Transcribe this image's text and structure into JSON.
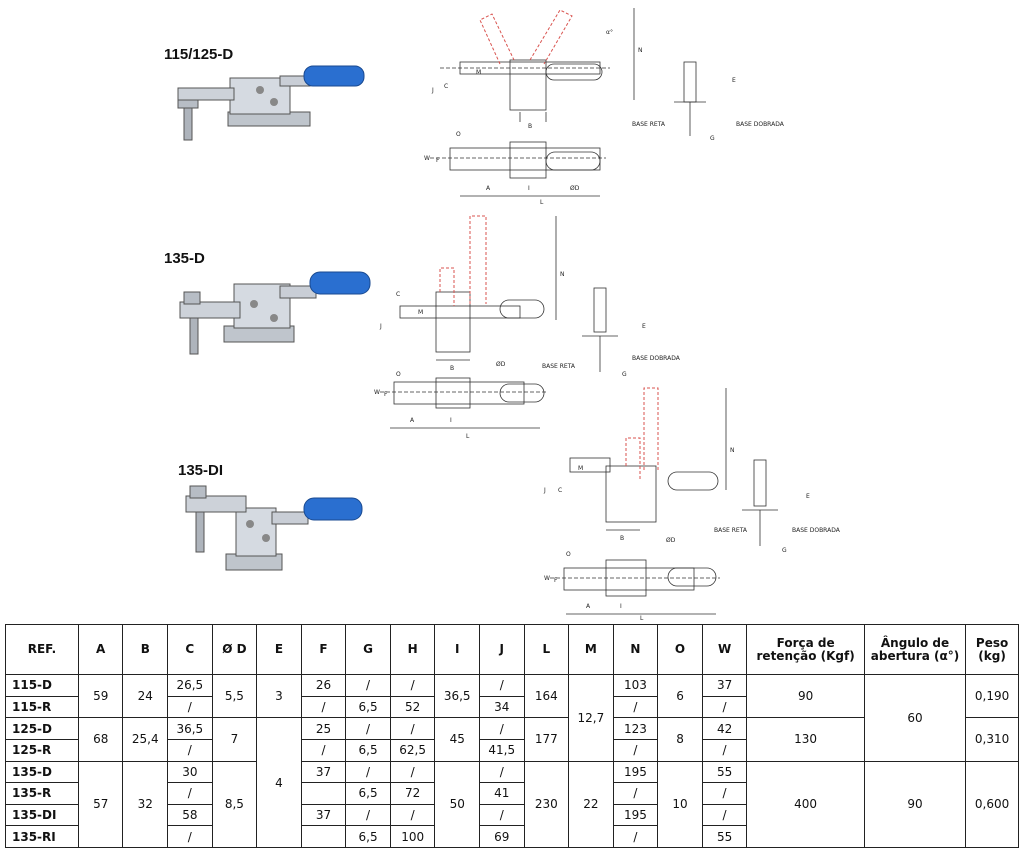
{
  "models": [
    "115/125-D",
    "135-D",
    "135-DI"
  ],
  "drawing_labels": {
    "top": [
      "α°",
      "N",
      "M",
      "J",
      "C",
      "B",
      "E",
      "G",
      "O",
      "W",
      "F",
      "A",
      "I",
      "L",
      "ØD",
      "BASE RETA",
      "BASE DOBRADA"
    ],
    "mid": [
      "N",
      "C",
      "M",
      "J",
      "B",
      "ØD",
      "E",
      "G",
      "O",
      "W",
      "F",
      "A",
      "I",
      "L",
      "BASE RETA",
      "BASE DOBRADA"
    ],
    "bot": [
      "N",
      "M",
      "J",
      "C",
      "B",
      "ØD",
      "E",
      "G",
      "O",
      "W",
      "F",
      "A",
      "I",
      "L",
      "BASE RETA",
      "BASE DOBRADA"
    ]
  },
  "table": {
    "headers": [
      "REF.",
      "A",
      "B",
      "C",
      "Ø D",
      "E",
      "F",
      "G",
      "H",
      "I",
      "J",
      "L",
      "M",
      "N",
      "O",
      "W",
      "Força de retenção (Kgf)",
      "Ângulo de abertura (α°)",
      "Peso (kg)"
    ],
    "rows": [
      [
        "115-D",
        "59",
        "24",
        "26,5",
        "5,5",
        "3",
        "26",
        "/",
        "/",
        "36,5",
        "/",
        "164",
        "12,7",
        "103",
        "6",
        "37",
        "90",
        "60",
        "0,190"
      ],
      [
        "115-R",
        "/",
        "6,5",
        "52",
        "34",
        "/",
        "/"
      ],
      [
        "125-D",
        "68",
        "25,4",
        "36,5",
        "7",
        "4",
        "25",
        "/",
        "/",
        "45",
        "/",
        "177",
        "123",
        "8",
        "42",
        "130",
        "0,310"
      ],
      [
        "125-R",
        "/",
        "/",
        "6,5",
        "62,5",
        "41,5",
        "/",
        "/"
      ],
      [
        "135-D",
        "57",
        "32",
        "30",
        "8,5",
        "37",
        "/",
        "/",
        "50",
        "/",
        "230",
        "22",
        "195",
        "10",
        "55",
        "400",
        "90",
        "0,600"
      ],
      [
        "135-R",
        "/",
        "",
        "6,5",
        "72",
        "41",
        "/",
        "/"
      ],
      [
        "135-DI",
        "58",
        "37",
        "/",
        "/",
        "/",
        "195",
        "/"
      ],
      [
        "135-RI",
        "/",
        "",
        "6,5",
        "100",
        "69",
        "/",
        "55"
      ]
    ]
  },
  "colors": {
    "handle": "#2a6fd0",
    "steel": "#c9ced6",
    "drawing_line": "#333333",
    "dashed": "#d9534f"
  }
}
